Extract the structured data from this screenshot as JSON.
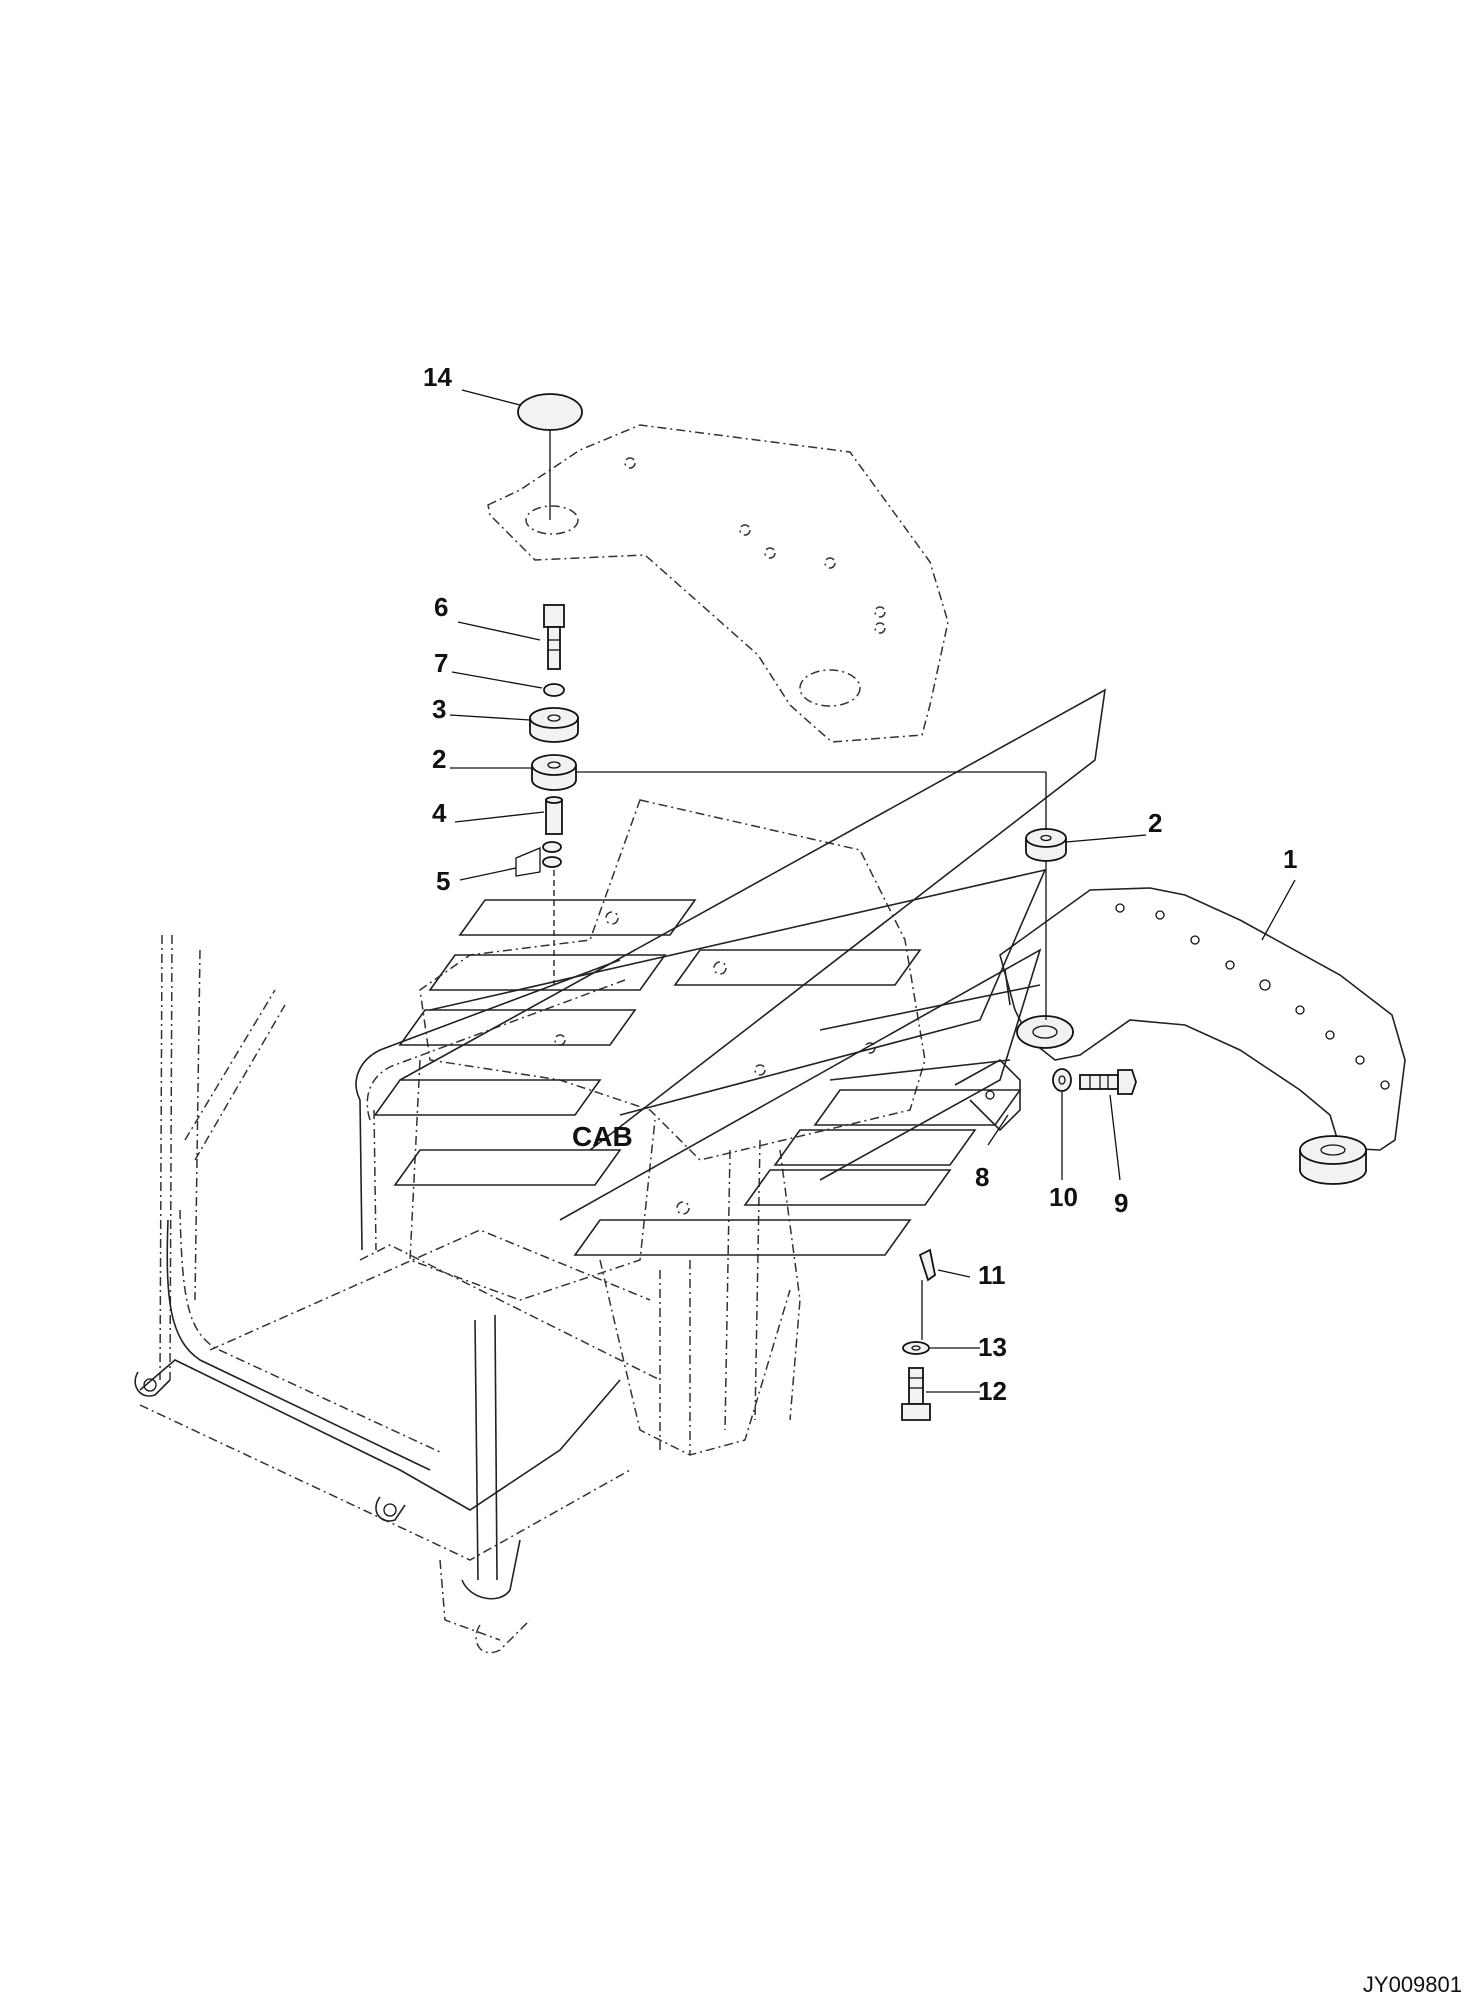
{
  "diagram": {
    "drawing_id": "JY009801",
    "cab_label": "CAB",
    "callouts": {
      "c1": "1",
      "c2a": "2",
      "c2b": "2",
      "c3": "3",
      "c4": "4",
      "c5": "5",
      "c6": "6",
      "c7": "7",
      "c8": "8",
      "c9": "9",
      "c10": "10",
      "c11": "11",
      "c12": "12",
      "c13": "13",
      "c14": "14"
    }
  }
}
